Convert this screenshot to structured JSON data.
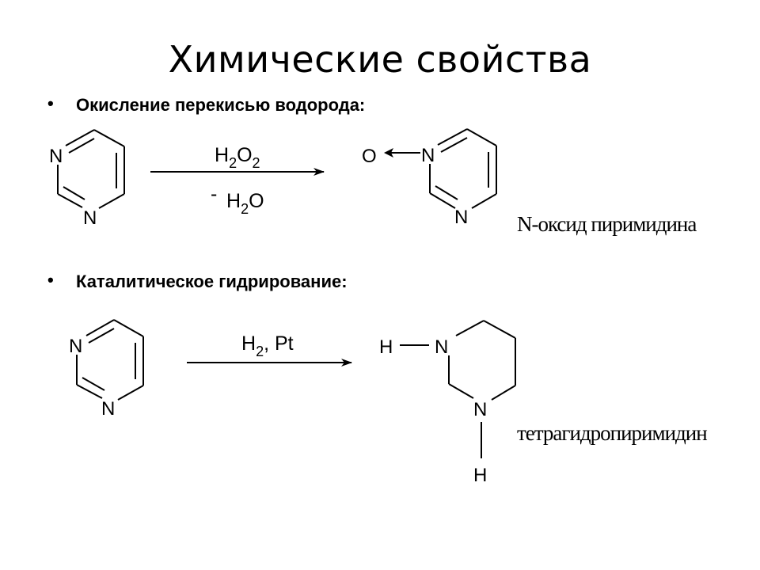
{
  "slide": {
    "title": "Химические свойства",
    "bullet1": "Окисление перекисью водорода:",
    "bullet2": "Каталитическое гидрирование:",
    "bullet_symbol": "•"
  },
  "reaction1": {
    "reagent_top": {
      "main1": "H",
      "sub1": "2",
      "main2": "O",
      "sub2": "2"
    },
    "reagent_bottom": {
      "minus": "-",
      "main1": "H",
      "sub1": "2",
      "main2": "O"
    },
    "atom_n": "N",
    "atom_o": "O",
    "product_name": "N-оксид пиримидина"
  },
  "reaction2": {
    "reagent": {
      "main1": "H",
      "sub1": "2",
      "rest": ", Pt"
    },
    "atom_n": "N",
    "atom_h": "H",
    "product_name": "тетрагидропиримидин"
  }
}
